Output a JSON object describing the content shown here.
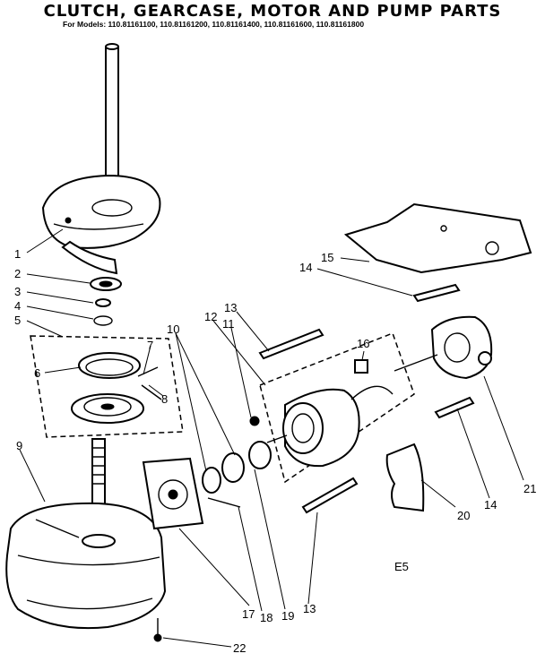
{
  "title": "CLUTCH, GEARCASE, MOTOR AND PUMP PARTS",
  "models": "For Models: 110.81161100, 110.81161200, 110.81161400, 110.81161600, 110.81161800",
  "code": "E5",
  "callouts": [
    {
      "id": "1",
      "label": "1"
    },
    {
      "id": "2",
      "label": "2"
    },
    {
      "id": "3",
      "label": "3"
    },
    {
      "id": "4",
      "label": "4"
    },
    {
      "id": "5",
      "label": "5"
    },
    {
      "id": "6",
      "label": "6"
    },
    {
      "id": "7",
      "label": "7"
    },
    {
      "id": "8",
      "label": "8"
    },
    {
      "id": "9",
      "label": "9"
    },
    {
      "id": "10",
      "label": "10"
    },
    {
      "id": "11",
      "label": "11"
    },
    {
      "id": "12",
      "label": "12"
    },
    {
      "id": "13a",
      "label": "13"
    },
    {
      "id": "13b",
      "label": "13"
    },
    {
      "id": "14a",
      "label": "14"
    },
    {
      "id": "14b",
      "label": "14"
    },
    {
      "id": "15",
      "label": "15"
    },
    {
      "id": "16",
      "label": "16"
    },
    {
      "id": "17",
      "label": "17"
    },
    {
      "id": "18",
      "label": "18"
    },
    {
      "id": "19",
      "label": "19"
    },
    {
      "id": "20",
      "label": "20"
    },
    {
      "id": "21",
      "label": "21"
    },
    {
      "id": "22",
      "label": "22"
    }
  ]
}
